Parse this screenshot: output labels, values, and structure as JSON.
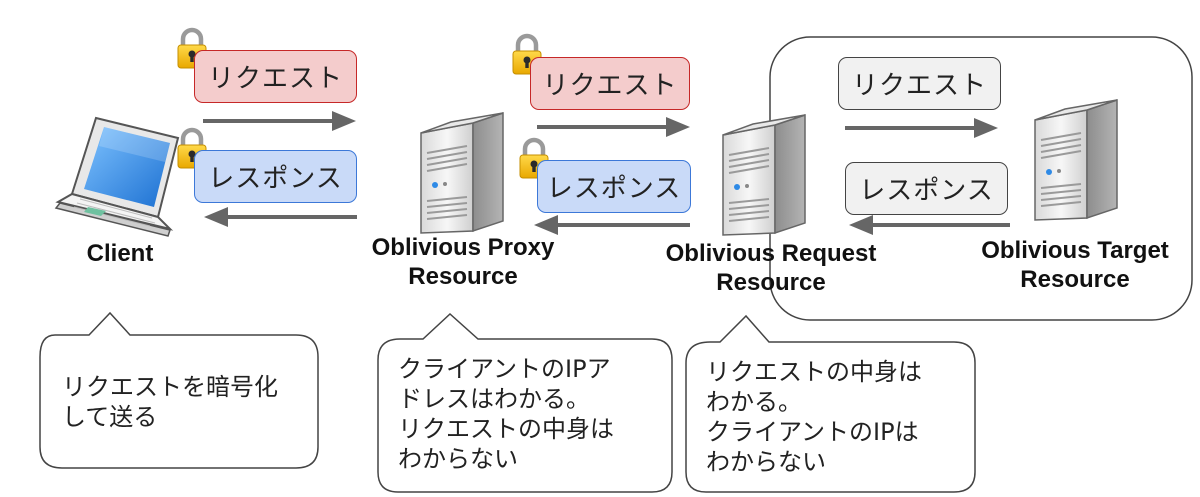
{
  "request_label": "リクエスト",
  "response_label": "レスポンス",
  "nodes": {
    "client": "Client",
    "proxy": {
      "line1": "Oblivious Proxy",
      "line2": "Resource"
    },
    "request_resource": {
      "line1": "Oblivious Request",
      "line2": "Resource"
    },
    "target": {
      "line1": "Oblivious Target",
      "line2": "Resource"
    }
  },
  "callouts": {
    "client": [
      "リクエストを暗号化",
      "して送る"
    ],
    "proxy": [
      "クライアントのIPア",
      "ドレスはわかる。",
      "リクエストの中身は",
      "わからない"
    ],
    "request_resource": [
      "リクエストの中身は",
      "わかる。",
      "クライアントのIPは",
      "わからない"
    ]
  },
  "colors": {
    "encrypted_request_fill": "#f4cccc",
    "encrypted_request_border": "#c62828",
    "encrypted_response_fill": "#c9daf8",
    "encrypted_response_border": "#3c78d8",
    "plain_fill": "#f1f1f1",
    "arrow": "#666666",
    "lock": "#f6c02c"
  },
  "icons": [
    "laptop-icon",
    "server-icon",
    "lock-icon",
    "arrow-right",
    "arrow-left"
  ]
}
